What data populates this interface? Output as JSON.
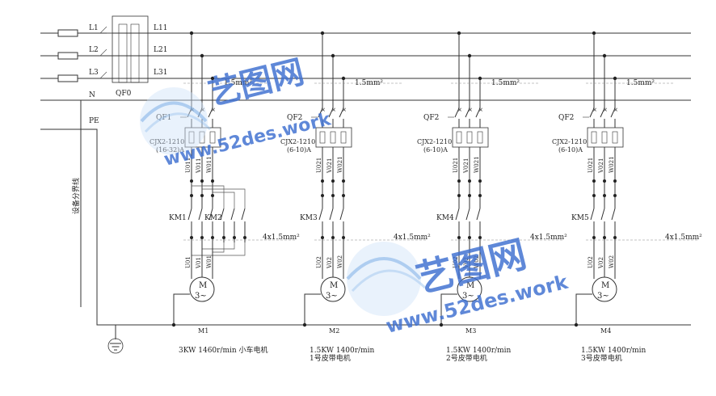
{
  "bus": {
    "labels": [
      "L1",
      "L2",
      "L3",
      "N",
      "PE"
    ],
    "load_labels": [
      "L11",
      "L21",
      "L31"
    ],
    "main_switch": "QF0"
  },
  "vertical_label": "设备分界线",
  "branches": [
    {
      "breaker": "QF1",
      "relay_model": "CJX2-1210",
      "relay_range": "(16-32)A",
      "relay_terminals": [
        "U011",
        "V011",
        "W011"
      ],
      "contactors": [
        "KM1",
        "KM2"
      ],
      "feed_wire": "1.5mm²",
      "motor_wire": "4x1.5mm²",
      "motor_terminals": [
        "U01",
        "V01",
        "W01"
      ],
      "motor_symbol": "M",
      "motor_phase": "3~",
      "motor_id": "M1",
      "spec_line1": "3KW 1460r/min 小车电机",
      "spec_line2": ""
    },
    {
      "breaker": "QF2",
      "relay_model": "CJX2-1210",
      "relay_range": "(6-10)A",
      "relay_terminals": [
        "U021",
        "V021",
        "W021"
      ],
      "contactors": [
        "KM3"
      ],
      "feed_wire": "1.5mm²",
      "motor_wire": "4x1.5mm²",
      "motor_terminals": [
        "U02",
        "V02",
        "W02"
      ],
      "motor_symbol": "M",
      "motor_phase": "3~",
      "motor_id": "M2",
      "spec_line1": "1.5KW  1400r/min",
      "spec_line2": "1号皮带电机"
    },
    {
      "breaker": "QF2",
      "relay_model": "CJX2-1210",
      "relay_range": "(6-10)A",
      "relay_terminals": [
        "U021",
        "V021",
        "W021"
      ],
      "contactors": [
        "KM4"
      ],
      "feed_wire": "1.5mm²",
      "motor_wire": "4x1.5mm²",
      "motor_terminals": [
        "U02",
        "V02",
        "W02"
      ],
      "motor_symbol": "M",
      "motor_phase": "3~",
      "motor_id": "M3",
      "spec_line1": "1.5KW  1400r/min",
      "spec_line2": "2号皮带电机"
    },
    {
      "breaker": "QF2",
      "relay_model": "CJX2-1210",
      "relay_range": "(6-10)A",
      "relay_terminals": [
        "U021",
        "V021",
        "W021"
      ],
      "contactors": [
        "KM5"
      ],
      "feed_wire": "1.5mm²",
      "motor_wire": "4x1.5mm²",
      "motor_terminals": [
        "U02",
        "V02",
        "W02"
      ],
      "motor_symbol": "M",
      "motor_phase": "3~",
      "motor_id": "M4",
      "spec_line1": "1.5KW  1400r/min",
      "spec_line2": "3号皮带电机"
    }
  ],
  "watermark": {
    "brand": "艺图网",
    "url": "www.52des.work",
    "color": "#3d6fd0"
  }
}
